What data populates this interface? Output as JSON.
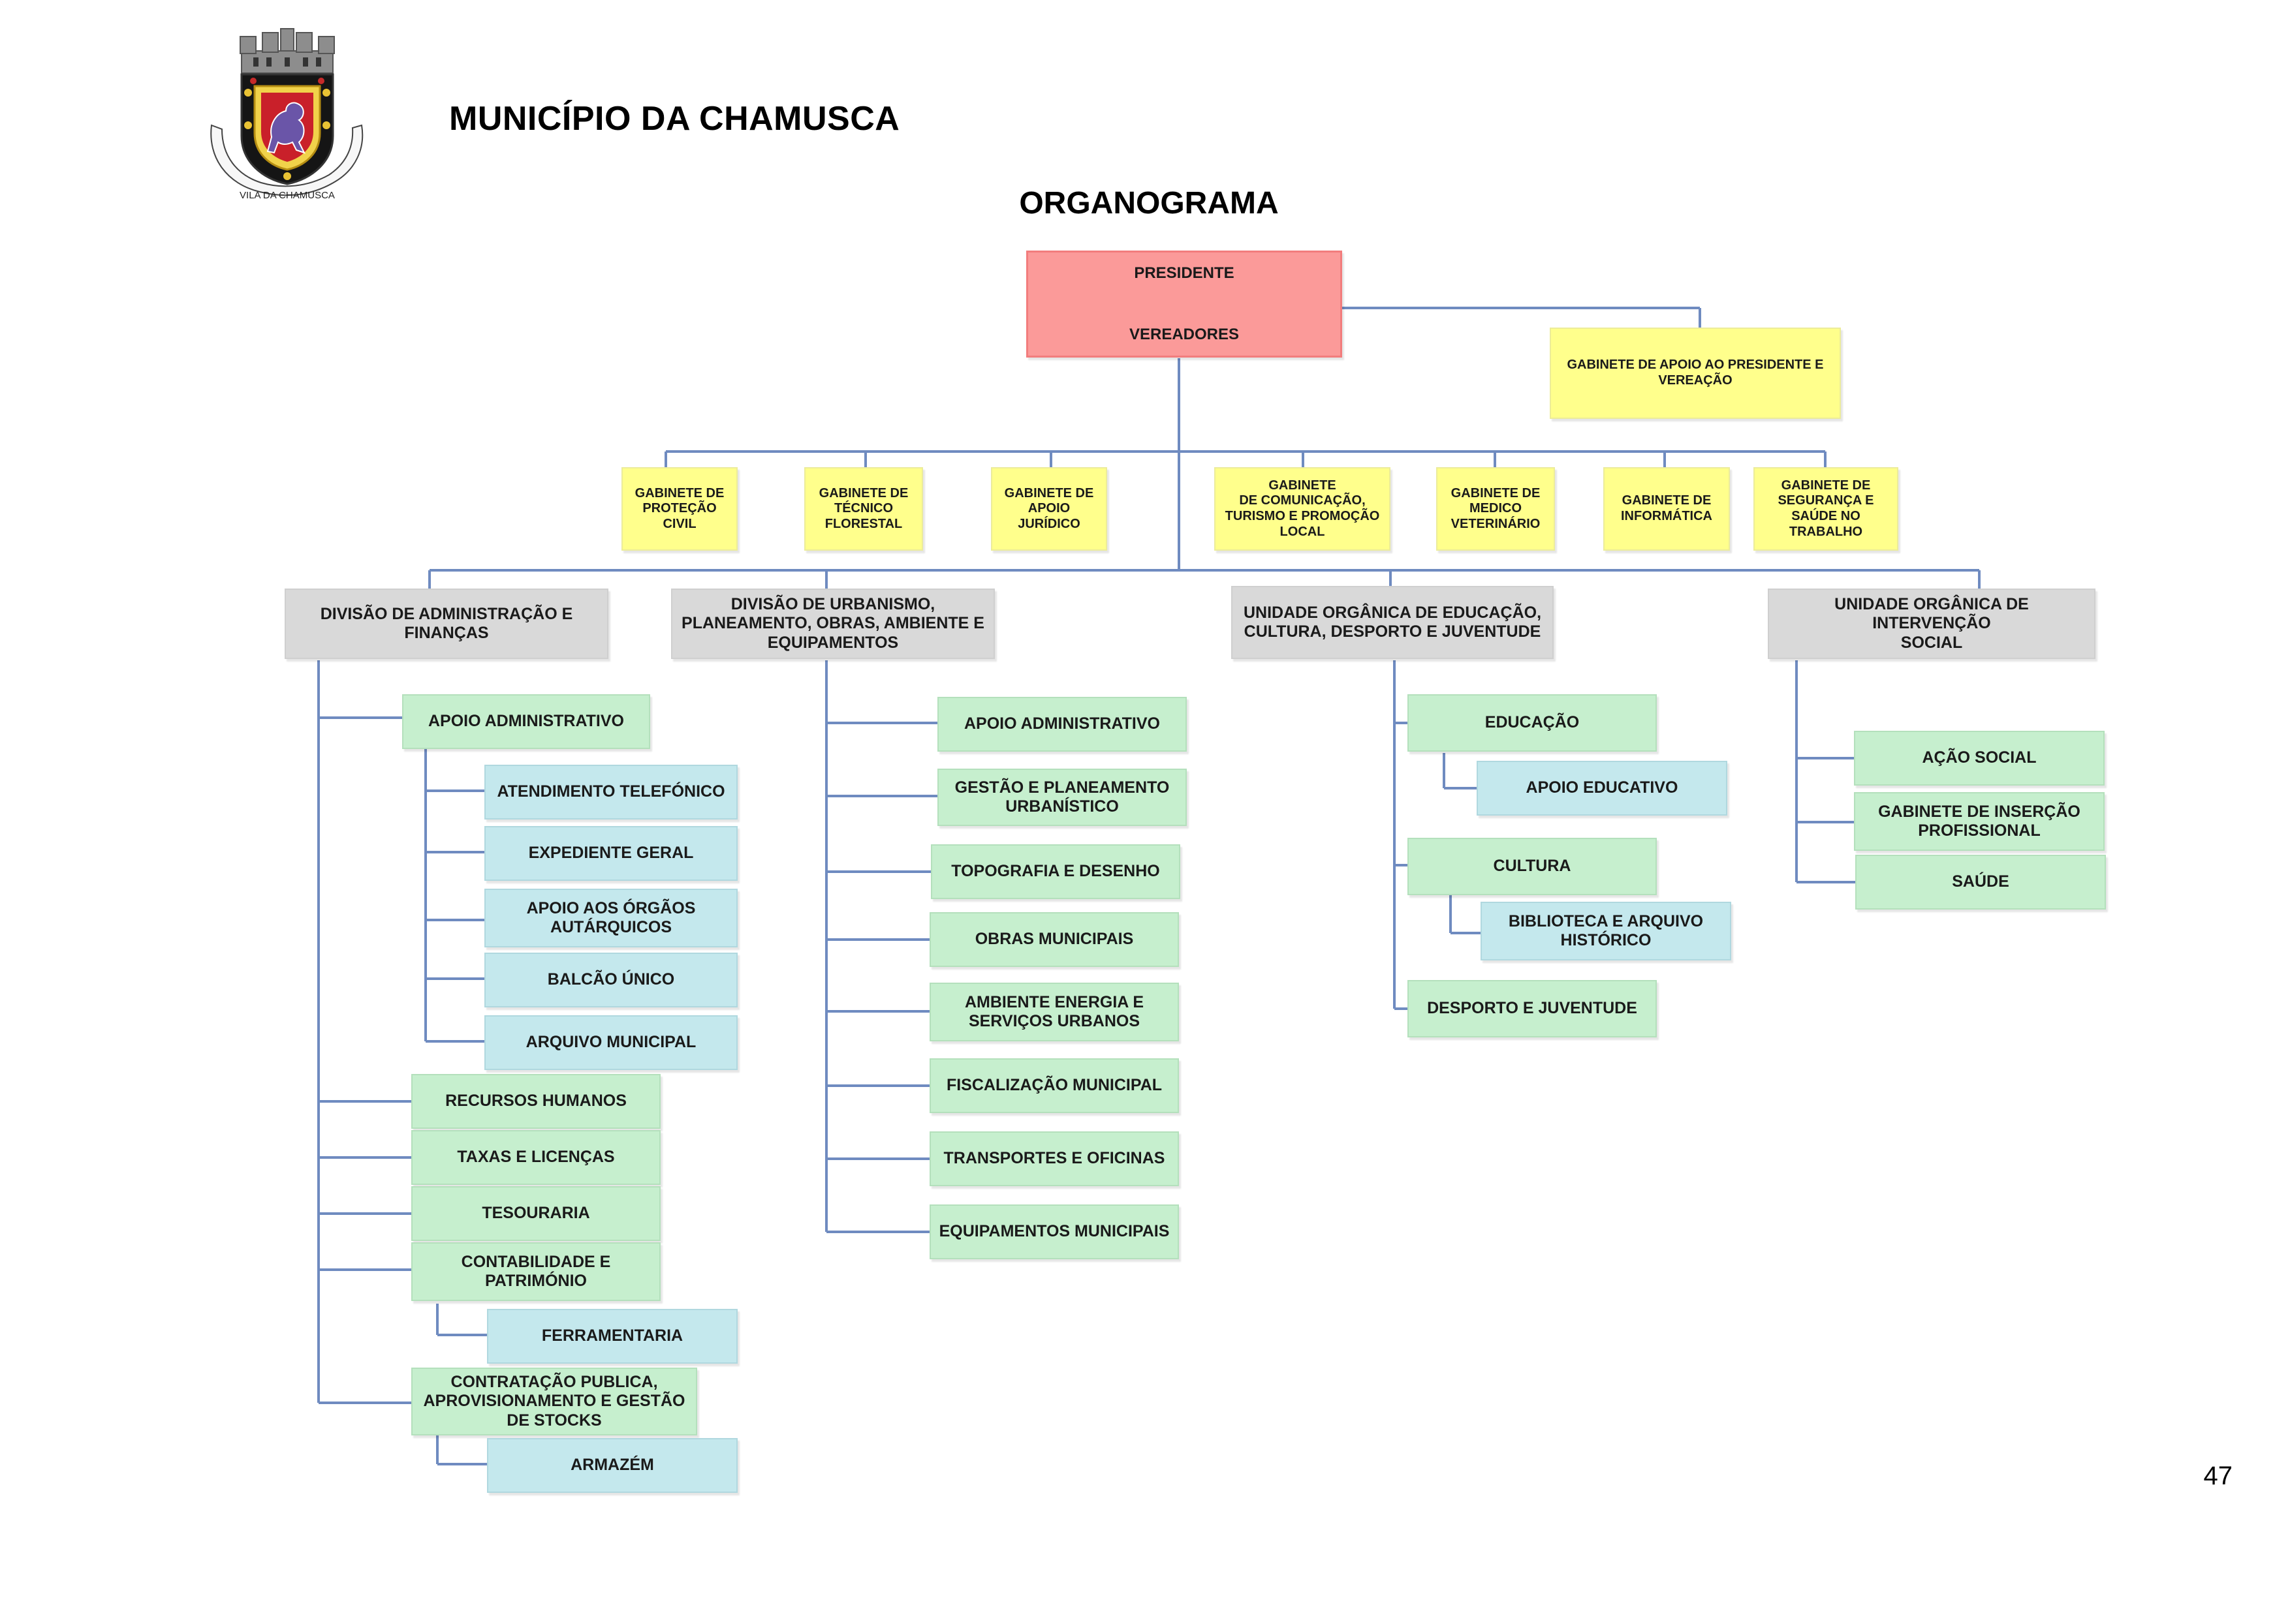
{
  "header": {
    "municipality": "MUNICÍPIO DA CHAMUSCA",
    "crest_motto": "VILA DA CHAMUSCA",
    "chart_title": "ORGANOGRAMA"
  },
  "page_number": "47",
  "colors": {
    "president": "#fb9a99",
    "gabinete": "#ffff8c",
    "division": "#d9d9d9",
    "unit": "#c6efce",
    "subunit": "#c4e8ed",
    "connector": "#6f8bc0"
  },
  "org": {
    "top": {
      "line1": "PRESIDENTE",
      "line2": "VEREADORES"
    },
    "support": "GABINETE DE APOIO AO PRESIDENTE E\nVEREAÇÃO",
    "gabinetes": [
      "GABINETE DE\nPROTEÇÃO\nCIVIL",
      "GABINETE DE\nTÉCNICO\nFLORESTAL",
      "GABINETE DE\nAPOIO\nJURÍDICO",
      "GABINETE\nDE COMUNICAÇÃO,\nTURISMO E PROMOÇÃO\nLOCAL",
      "GABINETE DE\nMEDICO\nVETERINÁRIO",
      "GABINETE DE\nINFORMÁTICA",
      "GABINETE DE\nSEGURANÇA E\nSAÚDE NO\nTRABALHO"
    ],
    "divisions": [
      {
        "name": "DIVISÃO DE ADMINISTRAÇÃO E\nFINANÇAS",
        "units": [
          "APOIO ADMINISTRATIVO",
          "RECURSOS HUMANOS",
          "TAXAS E LICENÇAS",
          "TESOURARIA",
          "CONTABILIDADE E\nPATRIMÓNIO",
          "CONTRATAÇÃO PUBLICA,\nAPROVISIONAMENTO E GESTÃO\nDE  STOCKS"
        ],
        "apoio_subunits": [
          "ATENDIMENTO TELEFÓNICO",
          "EXPEDIENTE GERAL",
          "APOIO AOS ÓRGÃOS\nAUTÁRQUICOS",
          "BALCÃO ÚNICO",
          "ARQUIVO MUNICIPAL"
        ],
        "contabilidade_subunit": "FERRAMENTARIA",
        "contratacao_subunit": "ARMAZÉM"
      },
      {
        "name": "DIVISÃO DE URBANISMO,\nPLANEAMENTO, OBRAS, AMBIENTE E\nEQUIPAMENTOS",
        "units": [
          "APOIO ADMINISTRATIVO",
          "GESTÃO E PLANEAMENTO\nURBANÍSTICO",
          "TOPOGRAFIA E DESENHO",
          "OBRAS MUNICIPAIS",
          "AMBIENTE ENERGIA E\nSERVIÇOS URBANOS",
          "FISCALIZAÇÃO MUNICIPAL",
          "TRANSPORTES E OFICINAS",
          "EQUIPAMENTOS MUNICIPAIS"
        ]
      },
      {
        "name": "UNIDADE ORGÂNICA DE EDUCAÇÃO,\nCULTURA, DESPORTO E JUVENTUDE",
        "units": [
          "EDUCAÇÃO",
          "CULTURA",
          "DESPORTO E JUVENTUDE"
        ],
        "educacao_subunit": "APOIO EDUCATIVO",
        "cultura_subunit": "BIBLIOTECA E ARQUIVO\nHISTÓRICO"
      },
      {
        "name": "UNIDADE ORGÂNICA DE INTERVENÇÃO\nSOCIAL",
        "units": [
          "AÇÃO SOCIAL",
          "GABINETE DE INSERÇÃO\nPROFISSIONAL",
          "SAÚDE"
        ]
      }
    ]
  }
}
